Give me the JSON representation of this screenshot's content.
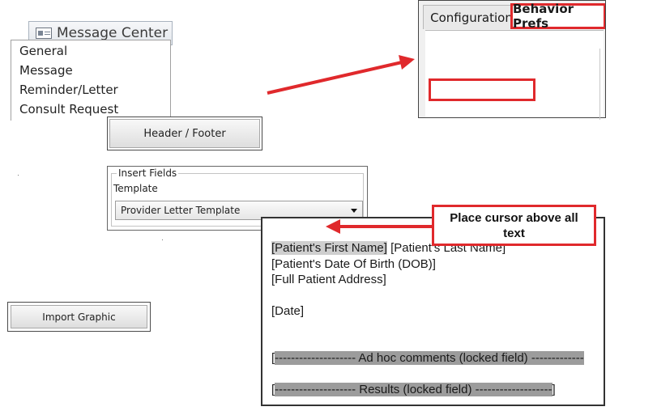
{
  "message_center": {
    "label": "Message Center",
    "icon": "envelope-icon"
  },
  "prefs_panel": {
    "tabs": [
      "Configuration",
      "Behavior Prefs"
    ],
    "items": [
      "General",
      "Message",
      "Reminder/Letter",
      "Consult Request"
    ]
  },
  "buttons": {
    "header_footer": "Header / Footer",
    "import_graphic": "Import Graphic"
  },
  "insert_fields": {
    "title": "Insert Fields",
    "template_label": "Template",
    "template_value": "Provider Letter Template"
  },
  "callout": {
    "text": "Place cursor above all text"
  },
  "letter": {
    "line1_a": "[Patient's First Name]",
    "line1_b": " [Patient's Last Name]",
    "line2": "[Patient's Date Of Birth (DOB)]",
    "line3": "[Full Patient Address]",
    "line4": "[Date]",
    "adhoc_open": "[",
    "adhoc": "-------------------- Ad hoc comments (locked field) -------------",
    "results_open": "[",
    "results": "-------------------- Results (locked field) -------------------",
    "results_close": "]"
  },
  "colors": {
    "annotation_red": "#e0292c",
    "field_highlight": "#cfcfcf",
    "locked_highlight": "#9c9c9c"
  }
}
